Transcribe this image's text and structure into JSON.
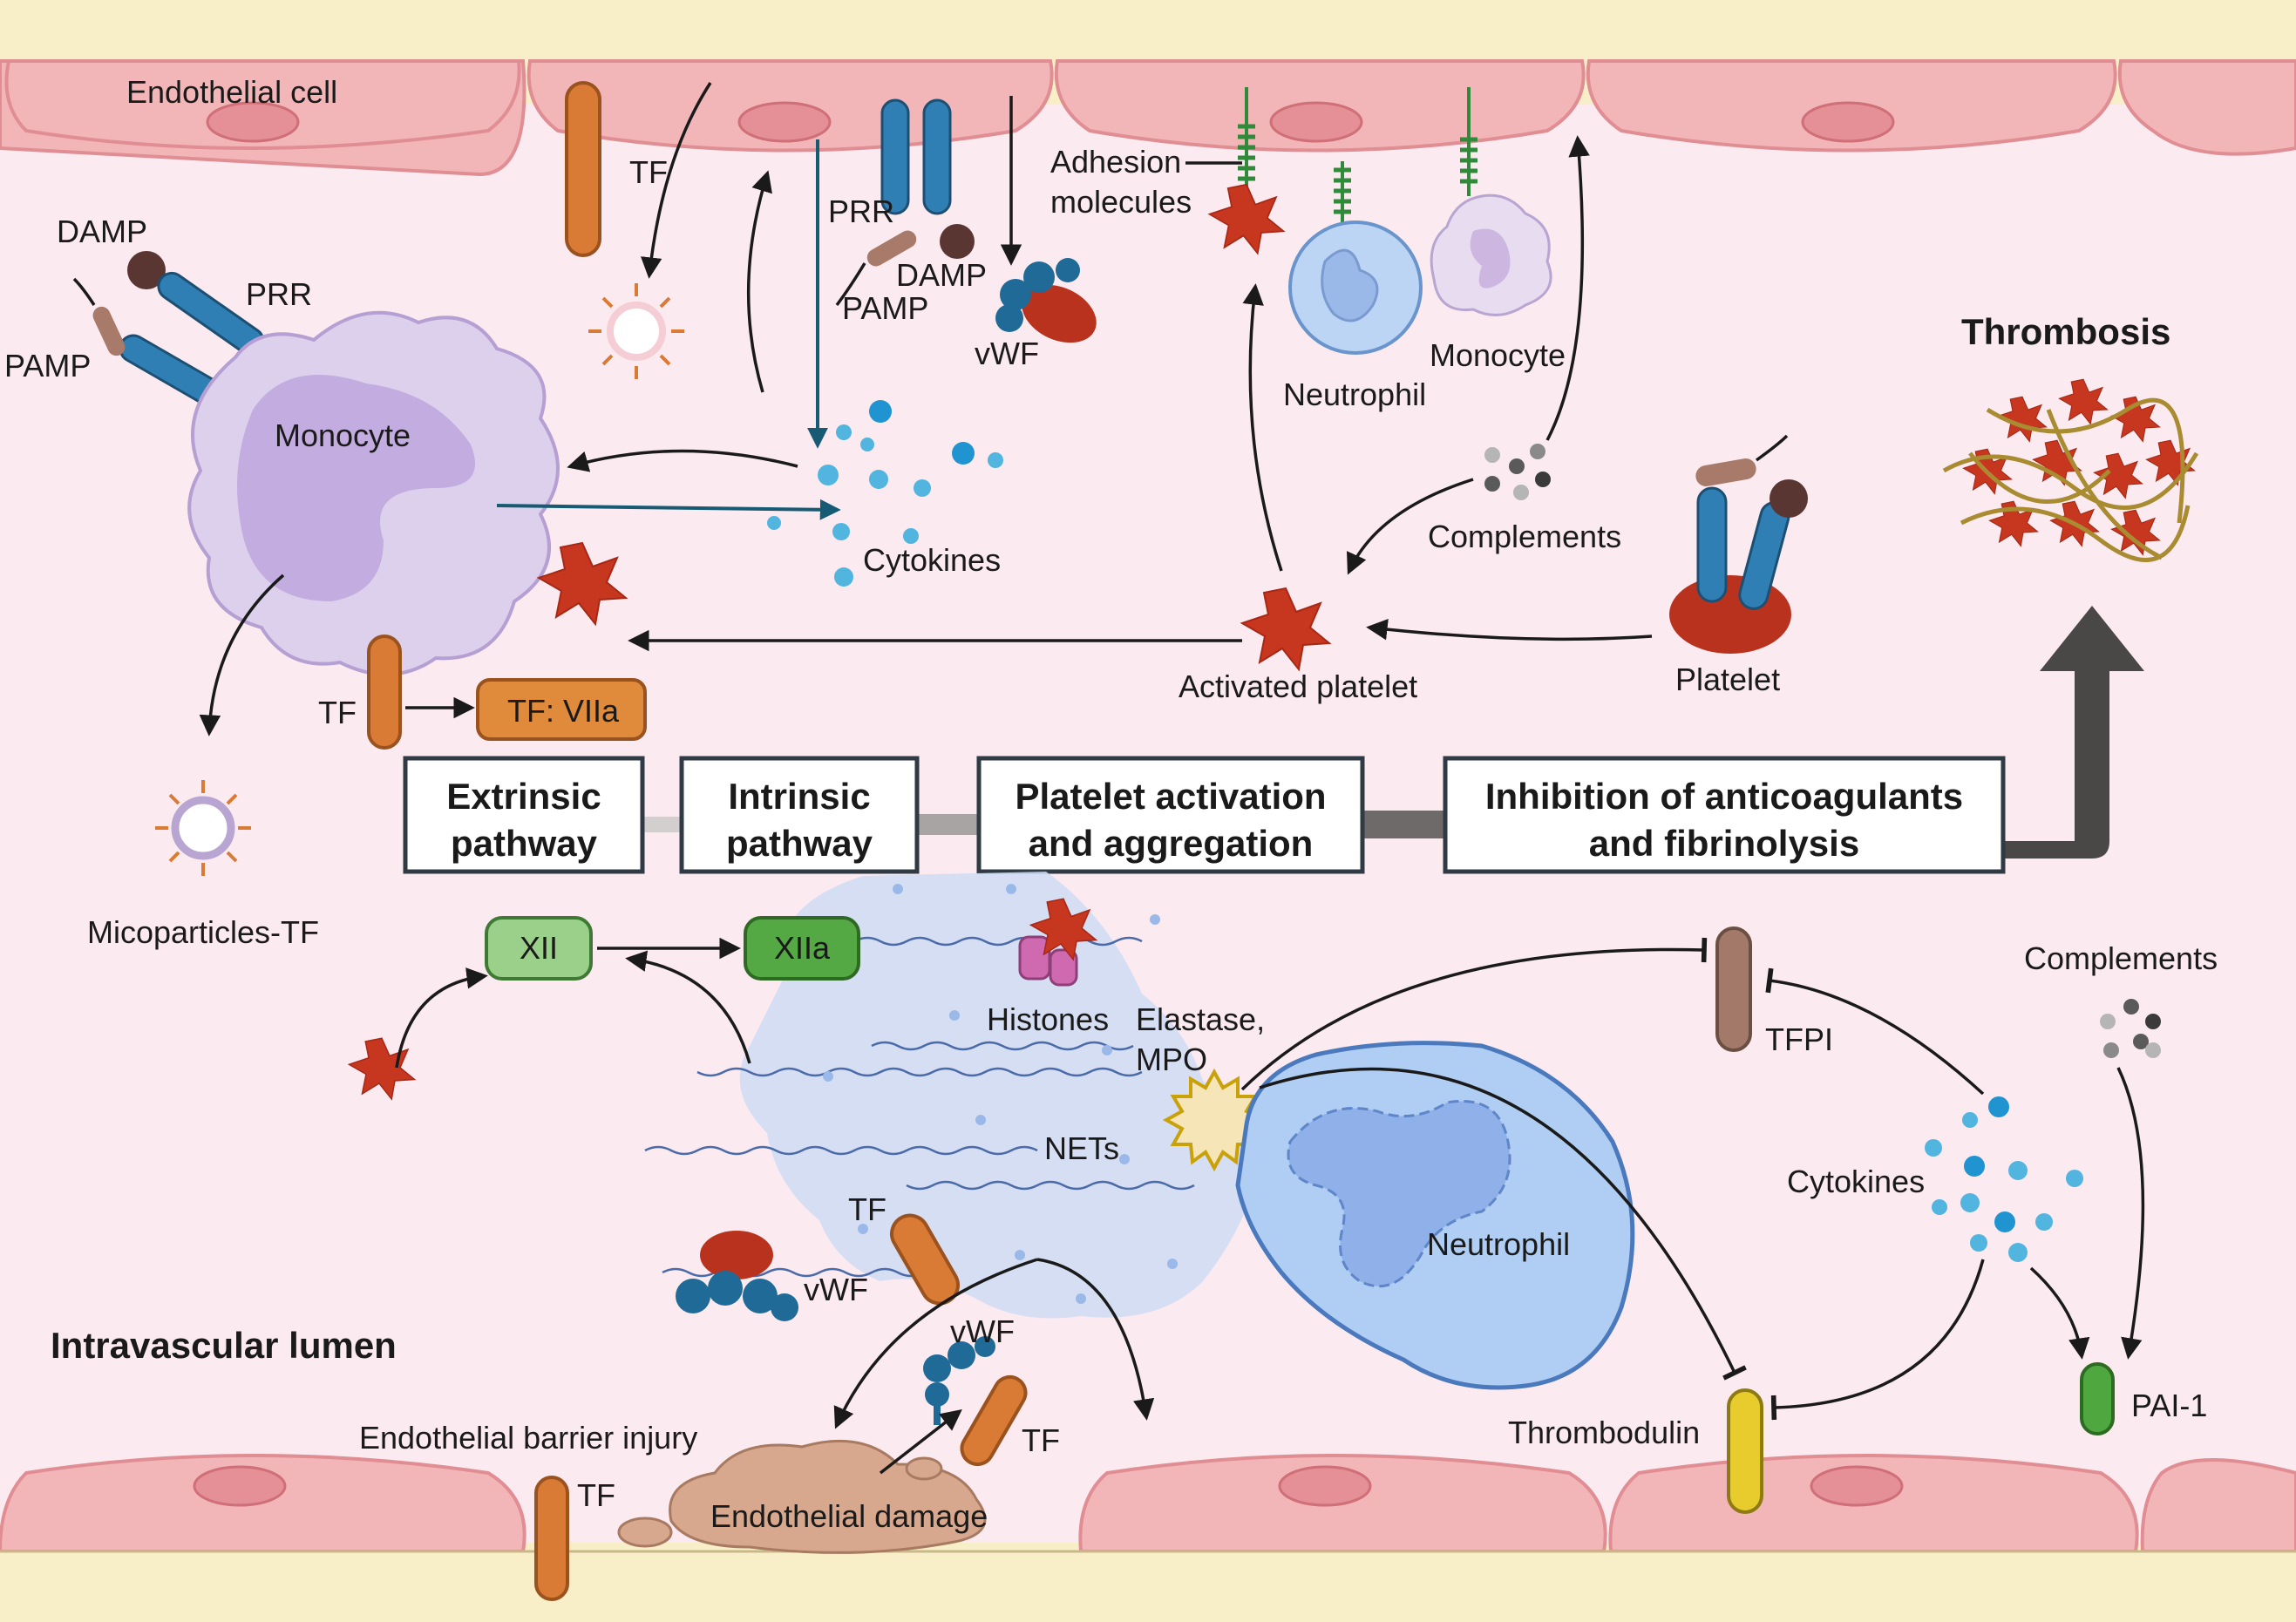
{
  "labels": {
    "endothelial_cell": "Endothelial cell",
    "tf_top": "TF",
    "prr_top": "PRR",
    "damp_top": "DAMP",
    "pamp_top": "PAMP",
    "vwf_top": "vWF",
    "adhesion_1": "Adhesion",
    "adhesion_2": "molecules",
    "neutrophil_top": "Neutrophil",
    "monocyte_top": "Monocyte",
    "damp_left": "DAMP",
    "prr_left": "PRR",
    "pamp_left": "PAMP",
    "monocyte_main": "Monocyte",
    "cytokines_top": "Cytokines",
    "complements_top": "Complements",
    "thrombosis": "Thrombosis",
    "activated_platelet": "Activated platelet",
    "platelet": "Platelet",
    "tf_monocyte": "TF",
    "tf_viia": "TF: VIIa",
    "microparticles": "Micoparticles-TF",
    "xii": "XII",
    "xiia": "XIIa",
    "histones": "Histones",
    "elastase_1": "Elastase,",
    "elastase_2": "MPO",
    "nets": "NETs",
    "tf_nets": "TF",
    "vwf_nets": "vWF",
    "neutrophil_main": "Neutrophil",
    "tfpi": "TFPI",
    "complements_right": "Complements",
    "cytokines_right": "Cytokines",
    "pai1": "PAI-1",
    "thrombodulin": "Thrombodulin",
    "intravascular_lumen": "Intravascular lumen",
    "endothelial_barrier_injury": "Endothelial barrier injury",
    "tf_bottom": "TF",
    "endothelial_damage": "Endothelial damage",
    "vwf_bottom": "vWF",
    "tf_bottom_right": "TF"
  },
  "pathway_boxes": [
    {
      "line1": "Extrinsic",
      "line2": "pathway"
    },
    {
      "line1": "Intrinsic",
      "line2": "pathway"
    },
    {
      "line1": "Platelet activation",
      "line2": "and aggregation"
    },
    {
      "line1": "Inhibition of anticoagulants",
      "line2": "and fibrinolysis"
    }
  ],
  "colors": {
    "lumen": "#fbeaf0",
    "plasma_band": "#f8efc8",
    "endothelium": "#f3b6b8",
    "endothelium_stroke": "#e08e93",
    "nucleus": "#e58f96",
    "platelet_red": "#c7361f",
    "tf_orange": "#d97a35",
    "receptor_blue": "#2f7fb5",
    "monocyte_purple": "#ddd0ec",
    "neutrophil_blue": "#a9c8f0",
    "xii_green": "#9bd08b",
    "xiia_green": "#54a944",
    "tfpi_brown": "#a37a6a",
    "thrombomodulin_yellow": "#e8cb2c",
    "pai1_green": "#4ea83f"
  }
}
